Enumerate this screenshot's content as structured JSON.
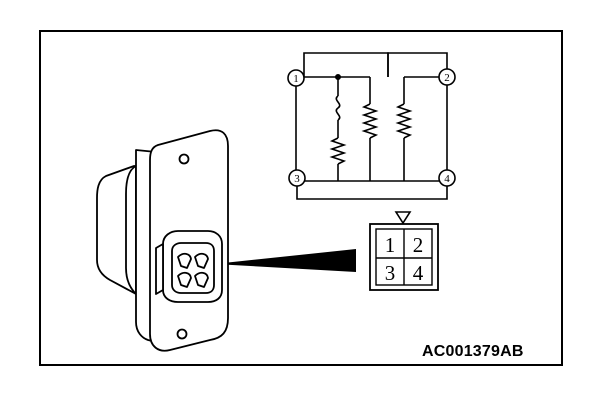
{
  "figure": {
    "code": "AC001379AB",
    "circuit": {
      "terminals": [
        "1",
        "2",
        "3",
        "4"
      ]
    },
    "connector": {
      "cells": [
        "1",
        "2",
        "3",
        "4"
      ]
    }
  },
  "colors": {
    "ink": "#000000",
    "paper": "#ffffff"
  },
  "icons": {
    "indicator": "triangle-down-icon"
  }
}
